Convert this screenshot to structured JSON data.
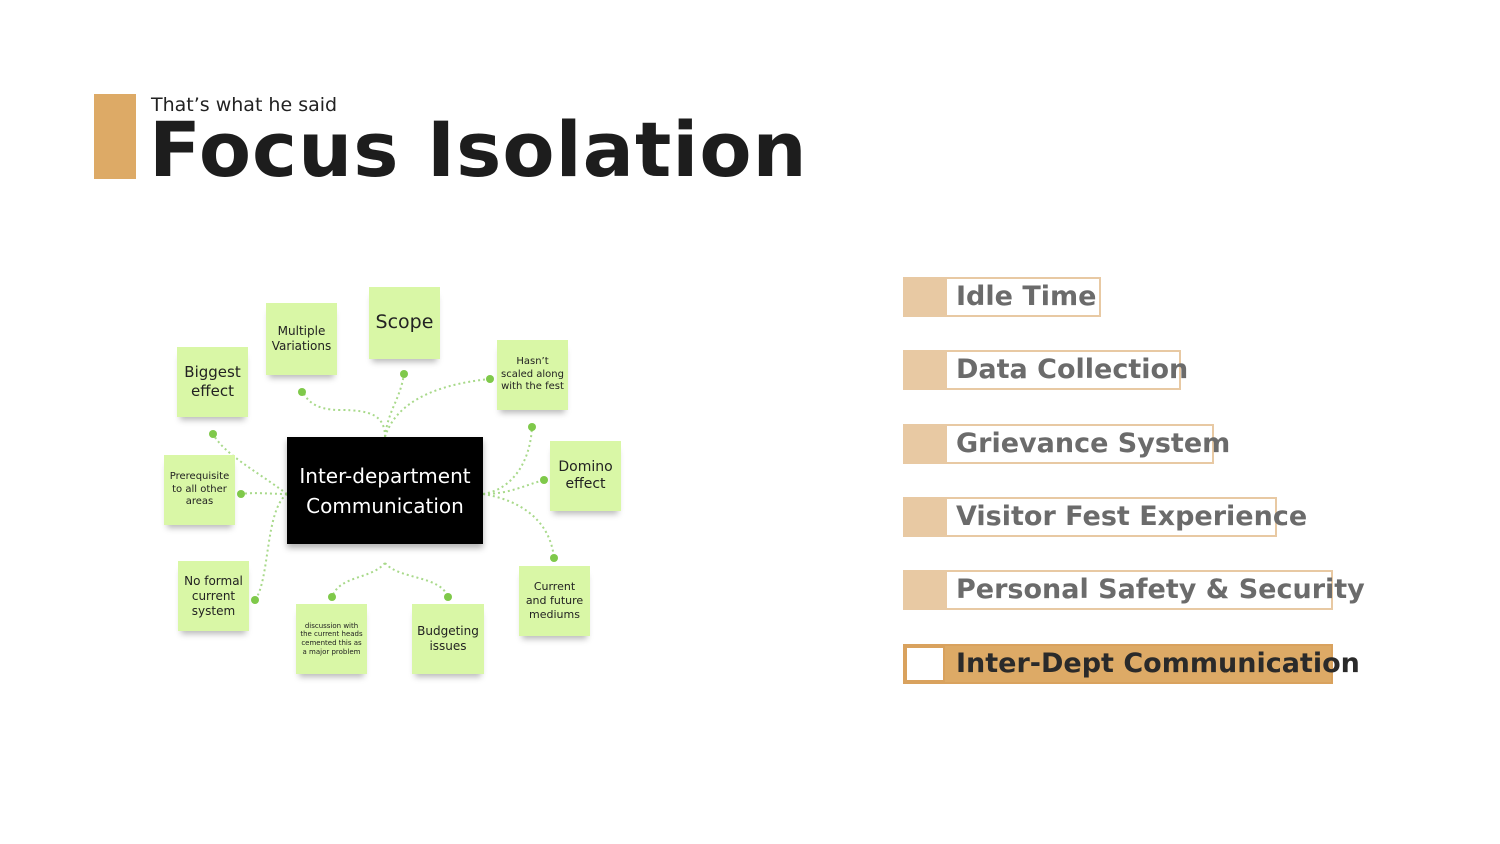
{
  "header": {
    "subtitle": "That’s what he said",
    "title": "Focus Isolation"
  },
  "mindmap": {
    "center": "Inter-department Communication",
    "notes": {
      "biggest_effect": "Biggest effect",
      "multiple_variations": "Multiple Variations",
      "scope": "Scope",
      "hasnt_scaled": "Hasn’t scaled along with the fest",
      "prerequisite": "Prerequisite to all other areas",
      "domino_effect": "Domino effect",
      "no_formal_system": "No formal current system",
      "discussion": "discussion with the current heads cemented this as a major problem",
      "budgeting": "Budgeting issues",
      "current_future": "Current and future mediums"
    },
    "colors": {
      "note": "#d9f7a6",
      "connector": "#7fc94a",
      "center": "#000000"
    }
  },
  "topics": [
    {
      "label": "Idle Time",
      "active": false
    },
    {
      "label": "Data Collection",
      "active": false
    },
    {
      "label": "Grievance System",
      "active": false
    },
    {
      "label": "Visitor Fest Experience",
      "active": false
    },
    {
      "label": "Personal Safety & Security",
      "active": false
    },
    {
      "label": "Inter-Dept Communication",
      "active": true
    }
  ],
  "colors": {
    "accent": "#ddaa66",
    "accent_light": "#e8c9a3",
    "title_text": "#1d1d1d"
  }
}
